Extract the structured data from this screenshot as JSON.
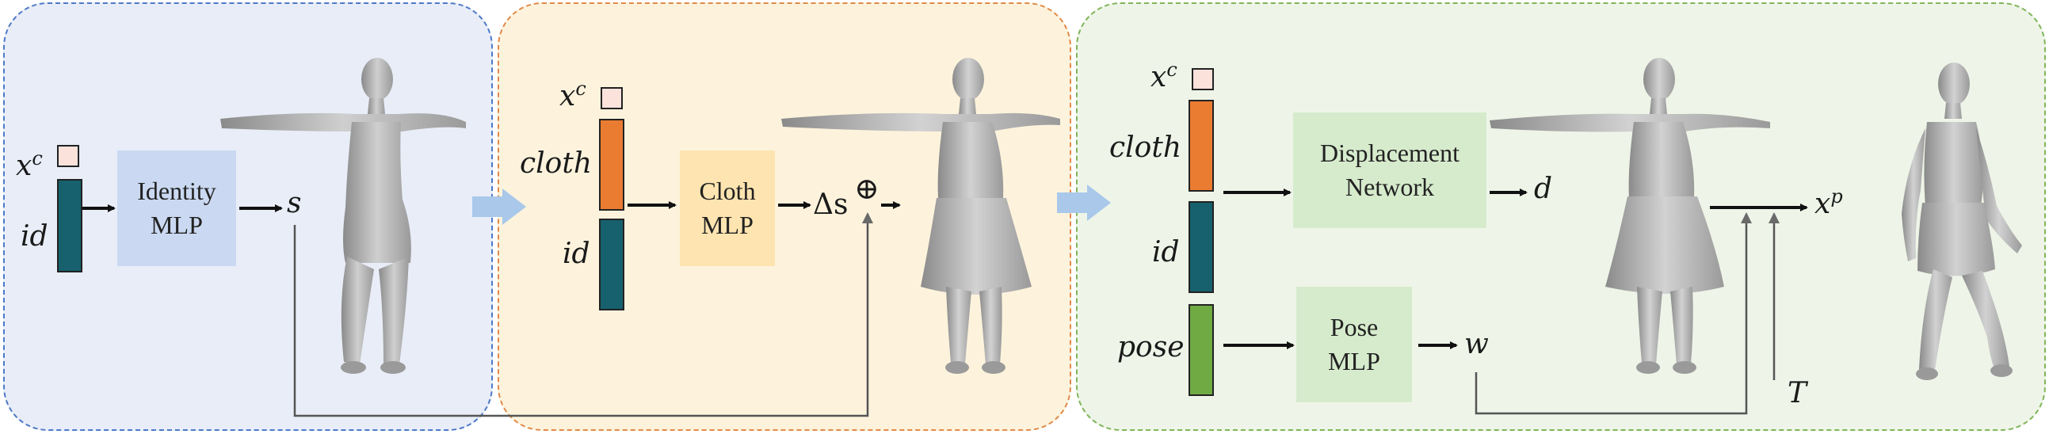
{
  "panels": {
    "identity": {
      "input_label": "x",
      "input_sup": "c",
      "id_label": "id",
      "box_line1": "Identity",
      "box_line2": "MLP",
      "output_label": "s"
    },
    "cloth": {
      "input_label": "x",
      "input_sup": "c",
      "cloth_label": "cloth",
      "id_label": "id",
      "box_line1": "Cloth",
      "box_line2": "MLP",
      "output_label": "Δs",
      "add_symbol": "⊕"
    },
    "pose": {
      "input_label": "x",
      "input_sup": "c",
      "cloth_label": "cloth",
      "id_label": "id",
      "pose_label": "pose",
      "disp_line1": "Displacement",
      "disp_line2": "Network",
      "disp_output": "d",
      "pose_box_line1": "Pose",
      "pose_box_line2": "MLP",
      "pose_output": "w",
      "transform_label": "T",
      "final_label": "x",
      "final_sup": "p"
    }
  },
  "colors": {
    "identity_panel": "#e8edf8",
    "cloth_panel": "#fdf3dc",
    "pose_panel": "#eef5e8",
    "teal_bar": "#17616e",
    "orange_bar": "#ea7c31",
    "green_bar": "#6faa43",
    "identity_box": "#cad9f1",
    "cloth_box": "#fde4b0",
    "green_box": "#d6ebcc"
  },
  "icons": [
    "flow-chevron-icon",
    "body-mesh-figure",
    "clothed-mesh-figure",
    "posed-mesh-figure"
  ]
}
